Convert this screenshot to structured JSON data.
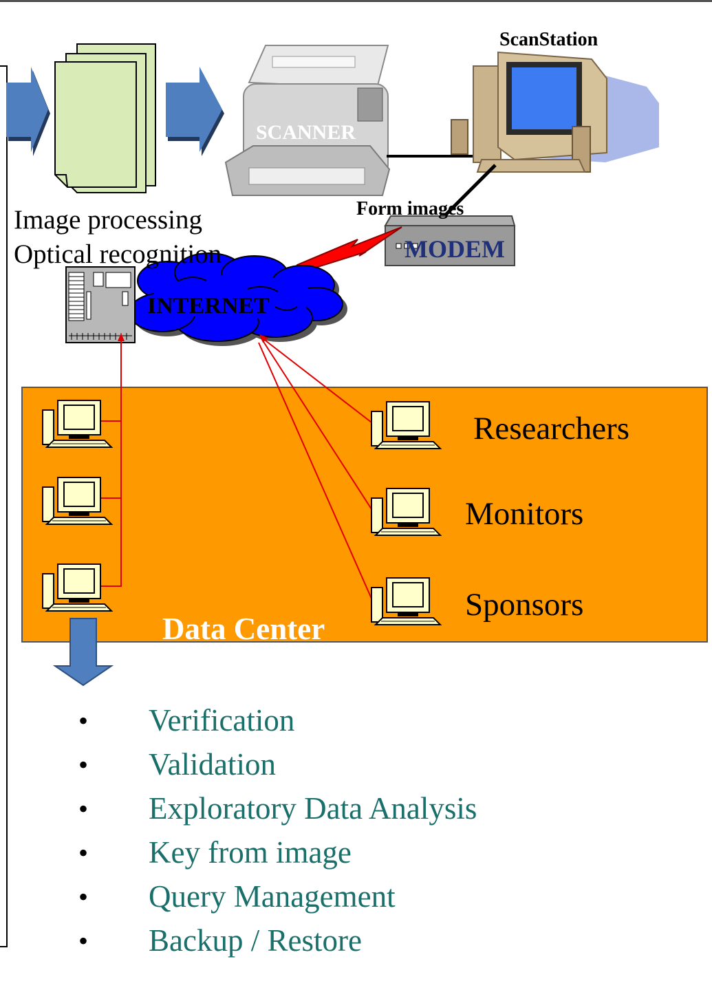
{
  "labels": {
    "scanstation": "ScanStation",
    "scanner": "SCANNER",
    "form_images": "Form images",
    "modem": "MODEM",
    "image_processing": "Image processing",
    "optical_recognition": "Optical recognition",
    "internet": "INTERNET",
    "data_center": "Data Center"
  },
  "roles": [
    "Researchers",
    "Monitors",
    "Sponsors"
  ],
  "tasks": [
    "Verification",
    "Validation",
    "Exploratory Data Analysis",
    "Key from image",
    "Query Management",
    "Backup / Restore"
  ],
  "colors": {
    "data_center": "#ff9900",
    "arrow_blue": "#4f7fbe",
    "cloud_blue": "#0000ff",
    "network_red": "#e00000",
    "task_text": "#1a6f6a",
    "form_green": "#d9ecb8",
    "scanstation_shadow": "#a9b8e8"
  },
  "icons": {
    "flow_arrow": "arrow-right-icon",
    "forms": "document-stack-icon",
    "scanner": "scanner-icon",
    "scanstation": "computer-icon",
    "modem": "modem-icon",
    "server": "server-icon",
    "internet": "cloud-icon",
    "workstation": "workstation-icon",
    "lightning": "lightning-icon",
    "down_arrow": "arrow-down-icon"
  }
}
